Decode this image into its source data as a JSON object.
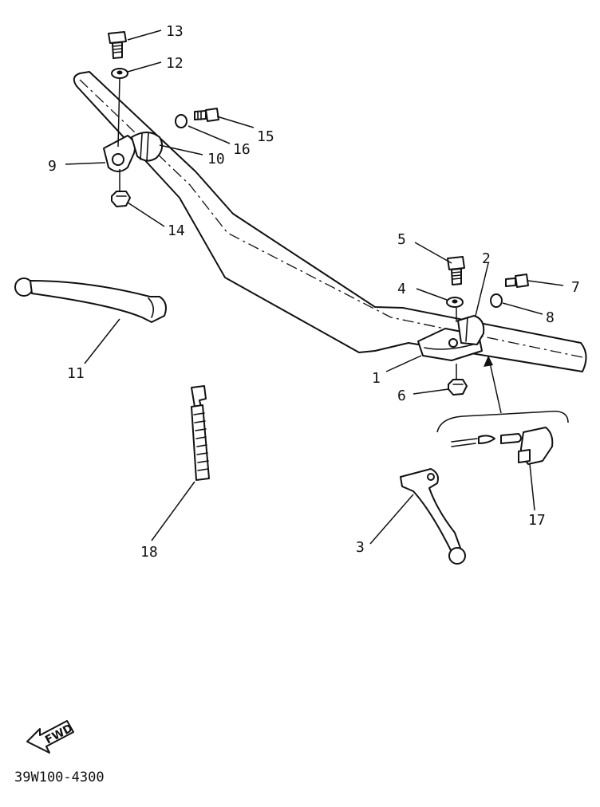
{
  "callouts": [
    {
      "id": "1",
      "text": "1"
    },
    {
      "id": "2",
      "text": "2"
    },
    {
      "id": "3",
      "text": "3"
    },
    {
      "id": "4",
      "text": "4"
    },
    {
      "id": "5",
      "text": "5"
    },
    {
      "id": "6",
      "text": "6"
    },
    {
      "id": "7",
      "text": "7"
    },
    {
      "id": "8",
      "text": "8"
    },
    {
      "id": "9",
      "text": "9"
    },
    {
      "id": "10",
      "text": "10"
    },
    {
      "id": "11",
      "text": "11"
    },
    {
      "id": "12",
      "text": "12"
    },
    {
      "id": "13",
      "text": "13"
    },
    {
      "id": "14",
      "text": "14"
    },
    {
      "id": "15",
      "text": "15"
    },
    {
      "id": "16",
      "text": "16"
    },
    {
      "id": "17",
      "text": "17"
    },
    {
      "id": "18",
      "text": "18"
    }
  ],
  "fwd_label": "FWD",
  "diagram_code": "39W100-4300"
}
